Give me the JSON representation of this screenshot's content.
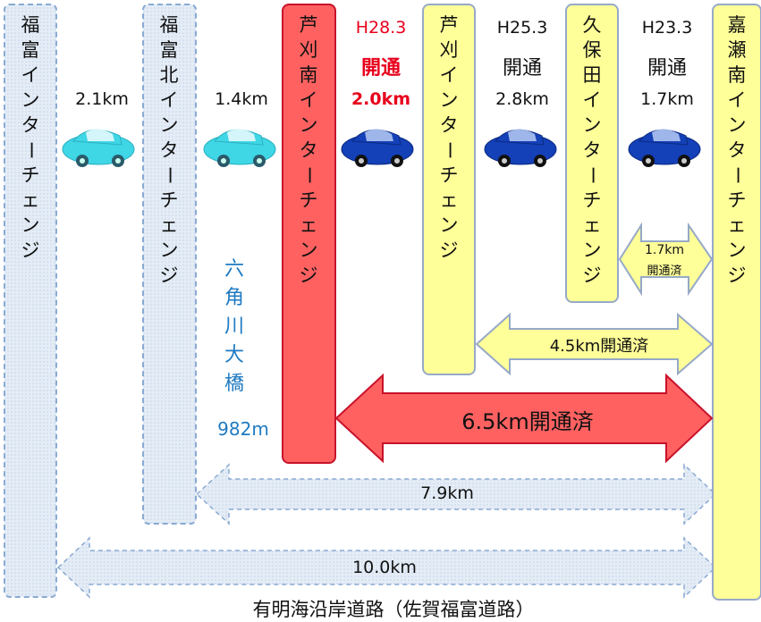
{
  "interchanges": [
    {
      "id": "fukudomi",
      "name": "福富インターチェンジ",
      "status": "planned"
    },
    {
      "id": "fukudomi-kita",
      "name": "福富北インターチェンジ",
      "status": "planned"
    },
    {
      "id": "ashikari-minami",
      "name": "芦刈南インターチェンジ",
      "status": "new"
    },
    {
      "id": "ashikari",
      "name": "芦刈インターチェンジ",
      "status": "open"
    },
    {
      "id": "kubota",
      "name": "久保田インターチェンジ",
      "status": "open"
    },
    {
      "id": "kase-minami",
      "name": "嘉瀬南インターチェンジ",
      "status": "open"
    }
  ],
  "segments": [
    {
      "distance": "2.1km"
    },
    {
      "distance": "1.4km"
    },
    {
      "opening": "H28.3",
      "status": "開通",
      "distance": "2.0km"
    },
    {
      "opening": "H25.3",
      "status": "開通",
      "distance": "2.8km"
    },
    {
      "opening": "H23.3",
      "status": "開通",
      "distance": "1.7km"
    }
  ],
  "bridge": {
    "name": "六角川大橋",
    "length": "982m"
  },
  "spans": {
    "open_1_7": {
      "distance": "1.7km",
      "status": "開通済"
    },
    "open_4_5": "4.5km開通済",
    "open_6_5": "6.5km開通済",
    "planned_7_9": "7.9km",
    "planned_10_0": "10.0km"
  },
  "footer": "有明海沿岸道路（佐賀福富道路）",
  "colors": {
    "yellow": "#ffff99",
    "yellow_border": "#96a9c8",
    "red": "#ff6161",
    "red_border": "#c8122a",
    "planned": "#dbe6f2",
    "planned_border": "#8aaad2",
    "blue_text": "#1f7ac2",
    "red_text": "#e8001c"
  }
}
